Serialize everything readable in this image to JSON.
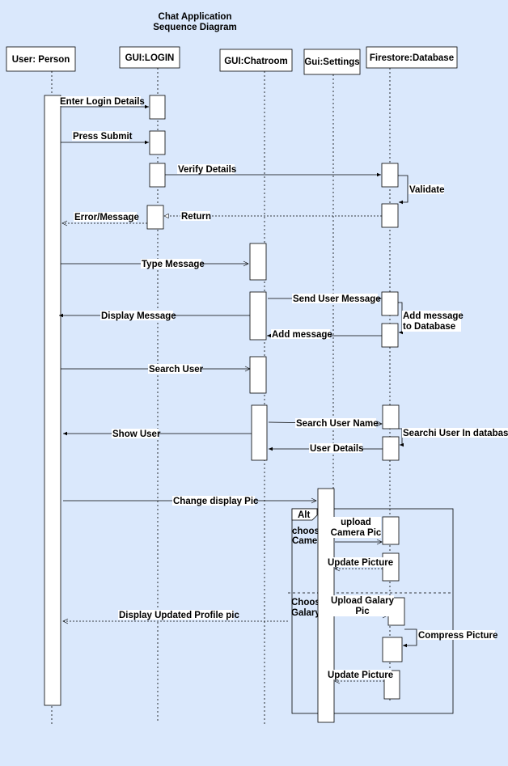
{
  "title": [
    "Chat Application",
    "Sequence Diagram"
  ],
  "participants": [
    "User: Person",
    "GUI:LOGIN",
    "GUI:Chatroom",
    "Gui:Settings",
    "Firestore:Database"
  ],
  "messages": {
    "enter_login": "Enter Login Details",
    "press_submit": "Press Submit",
    "verify_details": "Verify Details",
    "validate": "Validate",
    "return": "Return",
    "error_message": "Error/Message",
    "type_message": "Type Message",
    "send_user_message": "Send User Message",
    "display_message": "Display Message",
    "add_message_to_db": [
      "Add message",
      "to Database"
    ],
    "add_message": "Add message",
    "search_user": "Search User",
    "search_user_name": "Search User Name",
    "show_user": "Show User",
    "search_user_in_db": "Searchi User In database",
    "user_details": "User Details",
    "change_display_pic": "Change display Pic",
    "upload_camera_pic": [
      "upload",
      "Camera Pic"
    ],
    "update_picture_1": "Update Picture",
    "upload_galary_pic": [
      "Upload Galary",
      "Pic"
    ],
    "compress_picture": "Compress Picture",
    "display_updated_profile_pic": "Display Updated Profile pic",
    "update_picture_2": "Update Picture"
  },
  "alt_fragment": {
    "label": "Alt",
    "guard_1": [
      "choose",
      "Camera"
    ],
    "guard_2": [
      "Choose",
      "Galary"
    ]
  },
  "colors": {
    "background": "#dae8fc",
    "box_fill": "#ffffff",
    "stroke": "#000000"
  }
}
